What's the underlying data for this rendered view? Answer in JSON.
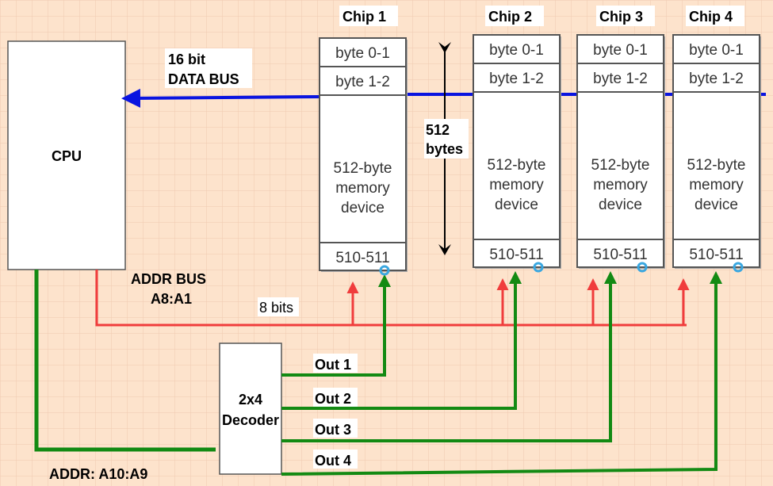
{
  "colors": {
    "background": "#fde3cc",
    "grid": "#f0c9b0",
    "data_bus": "#0a14e0",
    "addr_bus": "#f03c3c",
    "select": "#138a13"
  },
  "cpu": {
    "label": "CPU"
  },
  "data_bus": {
    "label_line1": "16 bit",
    "label_line2": "DATA BUS"
  },
  "addr_bus": {
    "label_line1": "ADDR BUS",
    "label_line2": "A8:A1",
    "width_label": "8 bits"
  },
  "addr_high": {
    "label": "ADDR: A10:A9"
  },
  "span": {
    "label_line1": "512",
    "label_line2": "bytes"
  },
  "decoder": {
    "label_line1": "2x4",
    "label_line2": "Decoder",
    "outputs": [
      "Out 1",
      "Out 2",
      "Out 3",
      "Out 4"
    ]
  },
  "chips": [
    {
      "title": "Chip 1",
      "row1": "byte 0-1",
      "row2": "byte 1-2",
      "body_line1": "512-byte",
      "body_line2": "memory",
      "body_line3": "device",
      "last": "510-511"
    },
    {
      "title": "Chip 2",
      "row1": "byte 0-1",
      "row2": "byte 1-2",
      "body_line1": "512-byte",
      "body_line2": "memory",
      "body_line3": "device",
      "last": "510-511"
    },
    {
      "title": "Chip 3",
      "row1": "byte 0-1",
      "row2": "byte 1-2",
      "body_line1": "512-byte",
      "body_line2": "memory",
      "body_line3": "device",
      "last": "510-511"
    },
    {
      "title": "Chip 4",
      "row1": "byte 0-1",
      "row2": "byte 1-2",
      "body_line1": "512-byte",
      "body_line2": "memory",
      "body_line3": "device",
      "last": "510-511"
    }
  ]
}
